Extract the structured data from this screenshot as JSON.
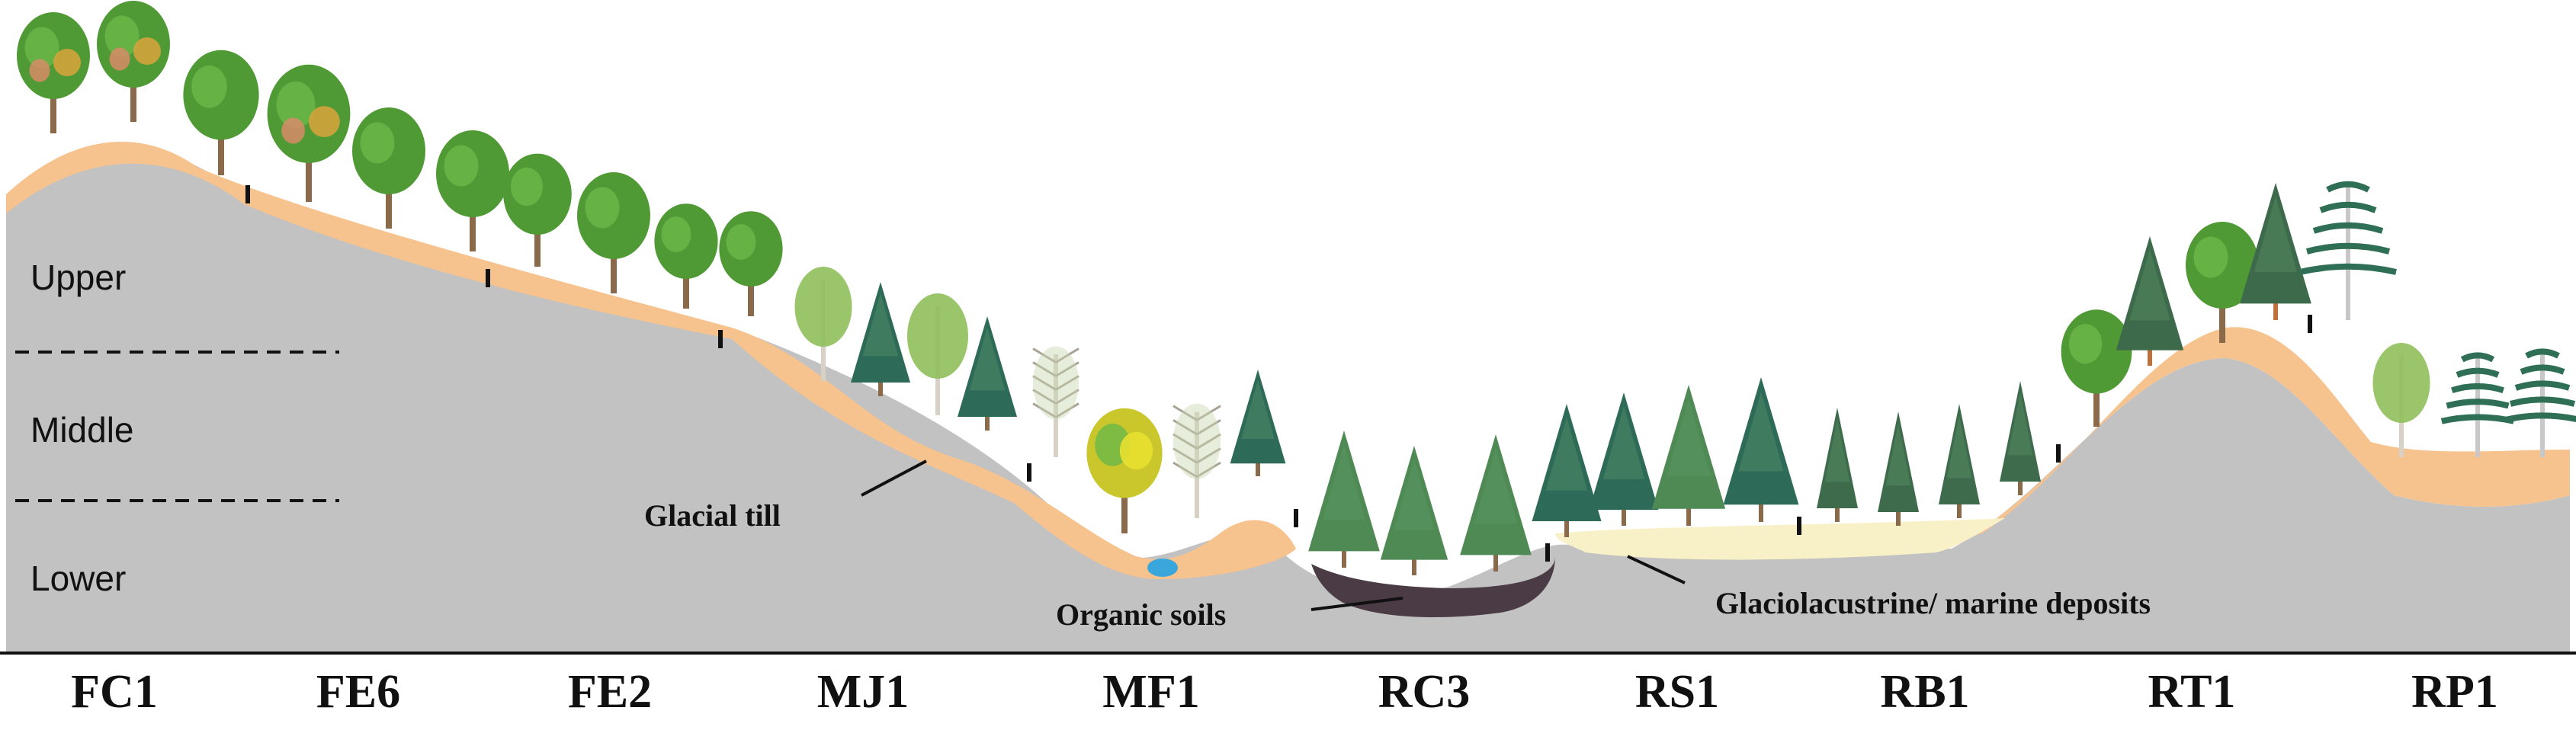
{
  "slope_positions": [
    "Upper",
    "Middle",
    "Lower"
  ],
  "deposits": {
    "glacial_till": "Glacial till",
    "organic_soils": "Organic soils",
    "glaciolacustrine": "Glaciolacustrine/ marine deposits"
  },
  "sites": [
    "FC1",
    "FE6",
    "FE2",
    "MJ1",
    "MF1",
    "RC3",
    "RS1",
    "RB1",
    "RT1",
    "RP1"
  ],
  "colors": {
    "bedrock": "#c2c2c2",
    "till": "#f6c28e",
    "organic": "#4b3b45",
    "glaciolacustrine": "#f8f1c8",
    "water": "#3aa7dc",
    "conifer": "#2e6a58",
    "deciduous": "#4f9a35"
  },
  "vegetation": [
    {
      "kind": "maple"
    },
    {
      "kind": "maple"
    },
    {
      "kind": "deciduous"
    },
    {
      "kind": "maple"
    },
    {
      "kind": "deciduous"
    },
    {
      "kind": "deciduous"
    },
    {
      "kind": "deciduous"
    },
    {
      "kind": "deciduous"
    },
    {
      "kind": "deciduous"
    },
    {
      "kind": "deciduous"
    },
    {
      "kind": "birch"
    },
    {
      "kind": "conifer"
    },
    {
      "kind": "birch"
    },
    {
      "kind": "conifer"
    },
    {
      "kind": "bare"
    },
    {
      "kind": "yellow"
    },
    {
      "kind": "bare"
    },
    {
      "kind": "conifer"
    },
    {
      "kind": "spruce"
    },
    {
      "kind": "spruce"
    },
    {
      "kind": "spruce"
    },
    {
      "kind": "conifer"
    },
    {
      "kind": "conifer"
    },
    {
      "kind": "spruce"
    },
    {
      "kind": "conifer"
    },
    {
      "kind": "fir"
    },
    {
      "kind": "fir"
    },
    {
      "kind": "fir"
    },
    {
      "kind": "fir"
    },
    {
      "kind": "deciduous"
    },
    {
      "kind": "pine"
    },
    {
      "kind": "deciduous"
    },
    {
      "kind": "pine"
    },
    {
      "kind": "whitepine"
    },
    {
      "kind": "birch"
    },
    {
      "kind": "whitepine"
    },
    {
      "kind": "whitepine"
    }
  ]
}
